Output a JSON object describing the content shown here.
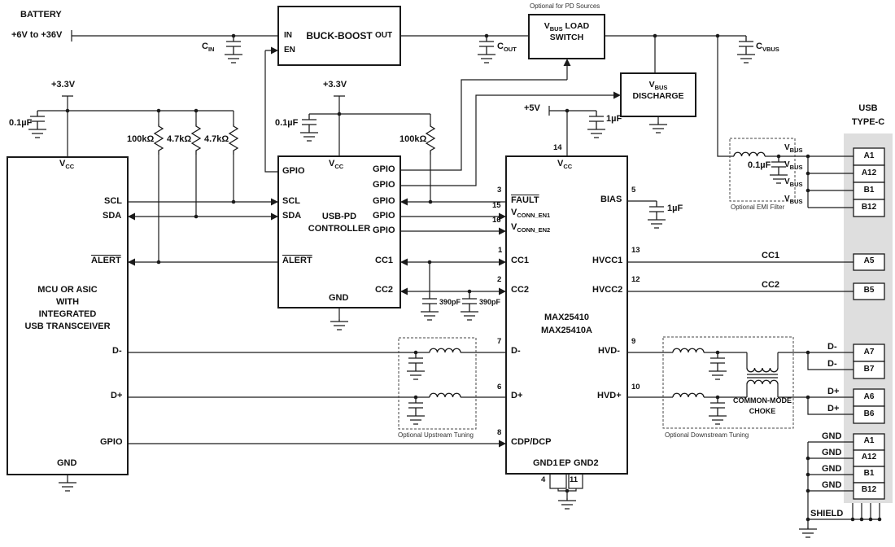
{
  "notes": {
    "pd_sources": "Optional for PD Sources",
    "emi_filter": "Optional EMI Filter",
    "upstream": "Optional Upstream Tuning",
    "downstream": "Optional Downstream Tuning"
  },
  "battery": {
    "label": "BATTERY",
    "range": "+6V to +36V"
  },
  "rails": {
    "v33_left": "+3.3V",
    "v33_right": "+3.3V",
    "v5": "+5V"
  },
  "caps": {
    "cin": {
      "m": "C",
      "s": "IN"
    },
    "cout": {
      "m": "C",
      "s": "OUT"
    },
    "cvbus": {
      "m": "C",
      "s": "VBUS"
    },
    "c01_left": "0.1µF",
    "c01_right": "0.1µF",
    "c01_emi": "0.1µF",
    "c1u_vcc": "1µF",
    "c1u_bias": "1µF",
    "c390_1": "390pF",
    "c390_2": "390pF"
  },
  "resistors": {
    "r100k_left": "100kΩ",
    "r47k_1": "4.7kΩ",
    "r47k_2": "4.7kΩ",
    "r100k_right": "100kΩ"
  },
  "buck_boost": {
    "title": "BUCK-BOOST",
    "in": "IN",
    "en": "EN",
    "out": "OUT"
  },
  "load_switch": {
    "l1m": "V",
    "l1s": "BUS",
    "l1r": " LOAD",
    "l2": "SWITCH"
  },
  "discharge": {
    "l1m": "V",
    "l1s": "BUS",
    "l2": "DISCHARGE"
  },
  "mcu": {
    "vcc_m": "V",
    "vcc_s": "CC",
    "title": [
      "MCU OR ASIC",
      "WITH",
      "INTEGRATED",
      "USB TRANSCEIVER"
    ],
    "scl": "SCL",
    "sda": "SDA",
    "alert": "ALERT",
    "dm": "D-",
    "dp": "D+",
    "gpio": "GPIO",
    "gnd": "GND"
  },
  "usbpd": {
    "vcc_m": "V",
    "vcc_s": "CC",
    "title": [
      "USB-PD",
      "CONTROLLER"
    ],
    "gpio_left": "GPIO",
    "scl": "SCL",
    "sda": "SDA",
    "alert": "ALERT",
    "gnd": "GND",
    "gpio_right": [
      "GPIO",
      "GPIO",
      "GPIO",
      "GPIO",
      "GPIO"
    ],
    "cc1": "CC1",
    "cc2": "CC2"
  },
  "max": {
    "part1": "MAX25410",
    "part2": "MAX25410A",
    "vcc_m": "V",
    "vcc_s": "CC",
    "pin14": "14",
    "left": [
      {
        "n": "3",
        "l": "FAULT"
      },
      {
        "n": "15",
        "m": "V",
        "s": "CONN_EN1"
      },
      {
        "n": "16",
        "m": "V",
        "s": "CONN_EN2"
      },
      {
        "n": "1",
        "l": "CC1"
      },
      {
        "n": "2",
        "l": "CC2"
      },
      {
        "n": "7",
        "l": "D-"
      },
      {
        "n": "6",
        "l": "D+"
      },
      {
        "n": "8",
        "l": "CDP/DCP"
      }
    ],
    "right": [
      {
        "n": "5",
        "l": "BIAS"
      },
      {
        "n": "13",
        "l": "HVCC1"
      },
      {
        "n": "12",
        "l": "HVCC2"
      },
      {
        "n": "9",
        "l": "HVD-"
      },
      {
        "n": "10",
        "l": "HVD+"
      }
    ],
    "gnd1": "GND1",
    "ep": "EP",
    "gnd2": "GND2",
    "pin4": "4",
    "pin11": "11"
  },
  "choke": {
    "l1": "COMMON-MODE",
    "l2": "CHOKE"
  },
  "connector": {
    "title1": "USB",
    "title2": "TYPE-C",
    "vbus_label": {
      "m": "V",
      "s": "BUS"
    },
    "vbus_pins": [
      "A1",
      "A12",
      "B1",
      "B12"
    ],
    "cc": [
      {
        "label": "CC1",
        "pin": "A5"
      },
      {
        "label": "CC2",
        "pin": "B5"
      }
    ],
    "data": [
      {
        "label": "D-",
        "pin": "A7"
      },
      {
        "label": "D-",
        "pin": "B7"
      },
      {
        "label": "D+",
        "pin": "A6"
      },
      {
        "label": "D+",
        "pin": "B6"
      }
    ],
    "gnd_label": "GND",
    "gnd_pins": [
      "A1",
      "A12",
      "B1",
      "B12"
    ],
    "shield": "SHIELD"
  }
}
